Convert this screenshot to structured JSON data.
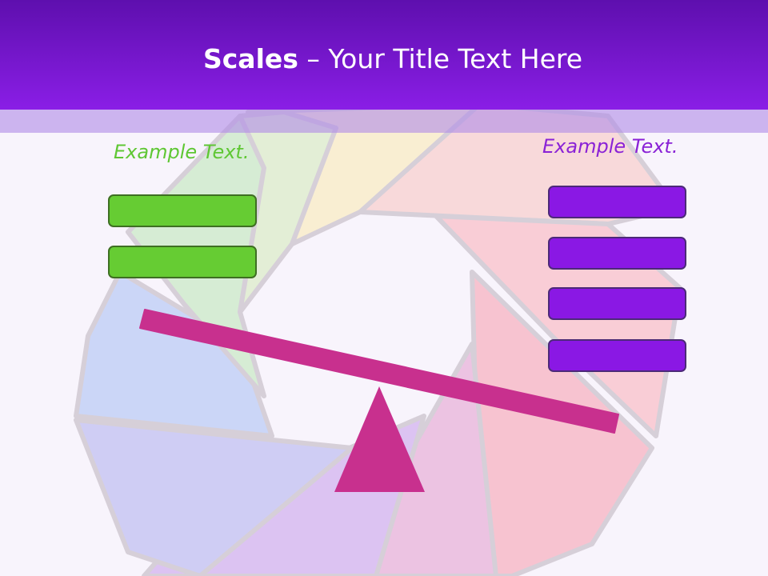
{
  "slide": {
    "title_bold": "Scales",
    "title_rest": " – Your Title Text Here",
    "left_label": "Example Text.",
    "right_label": "Example Text."
  },
  "colors": {
    "header": "#8a1ee6",
    "beam": "#c8308e",
    "green_box": "#66cc33",
    "purple_box": "#8a18e4"
  },
  "boxes": {
    "left_count": 2,
    "right_count": 4
  }
}
